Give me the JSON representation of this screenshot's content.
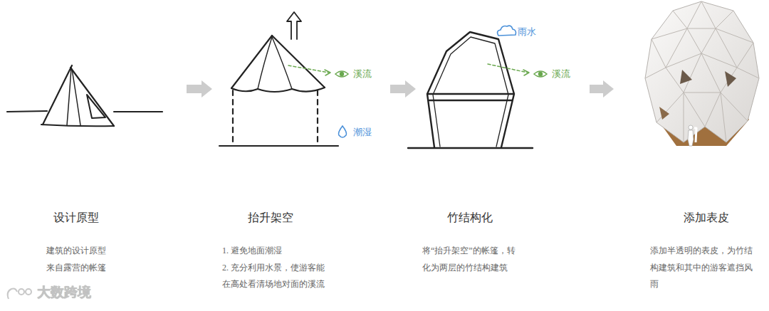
{
  "diagram": {
    "nodes": [
      {
        "text": [
          "设计原型",
          "建筑的设计原型 来自露营的帐篷"
        ]
      },
      {
        "text": [
          "抬升架空",
          "1. 避免地面潮湿",
          "2. 充分利用水景，使游客能 在高处看清场地对面的溪流"
        ]
      },
      {
        "text": [
          "竹结构化",
          "将“抬升架空”的帐篷，转 化为两层的竹结构建筑"
        ]
      },
      {
        "text": [
          "添加表皮",
          "添加半透明的表皮，为竹结 构建筑和其中的游客遮挡风 雨"
        ]
      }
    ],
    "edges": [
      {
        "from": 0,
        "to": 1,
        "arrow": "to"
      },
      {
        "from": 1,
        "to": 2,
        "arrow": "to"
      },
      {
        "from": 2,
        "to": 3,
        "arrow": "to"
      }
    ],
    "labels": [
      "溪流",
      "潮湿",
      "雨水",
      "溪流",
      "大数跨境"
    ]
  }
}
